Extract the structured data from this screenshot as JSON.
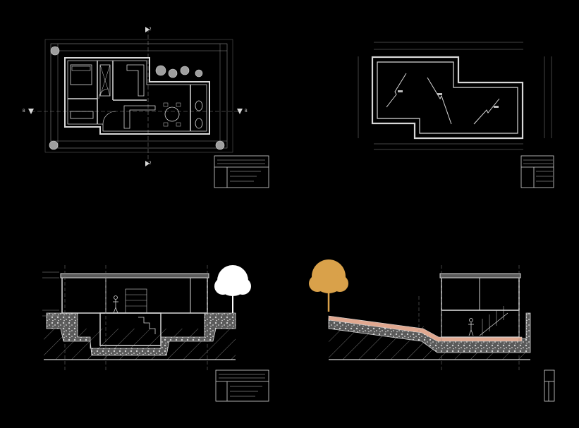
{
  "colors": {
    "background": "#000000",
    "line": "#d8d8d8",
    "dim_line": "#9a9a9a",
    "grid_dash": "#7f7f7f",
    "ground_fill": "#bfbfbf",
    "tree_white": "#ffffff",
    "tree_orange": "#d9a14a",
    "ramp_fill": "#e0a890"
  },
  "icons": {
    "section_marker": "triangle-arrow-icon",
    "tree": "tree-icon",
    "human_figure": "person-icon",
    "shrub": "shrub-icon"
  },
  "drawings": {
    "floor_plan": {
      "section_cut_top_label": "2",
      "section_cut_bottom_label": "2",
      "section_cut_left_label": "B",
      "section_cut_right_label": "B"
    },
    "section_ramp_tree_label": ""
  }
}
